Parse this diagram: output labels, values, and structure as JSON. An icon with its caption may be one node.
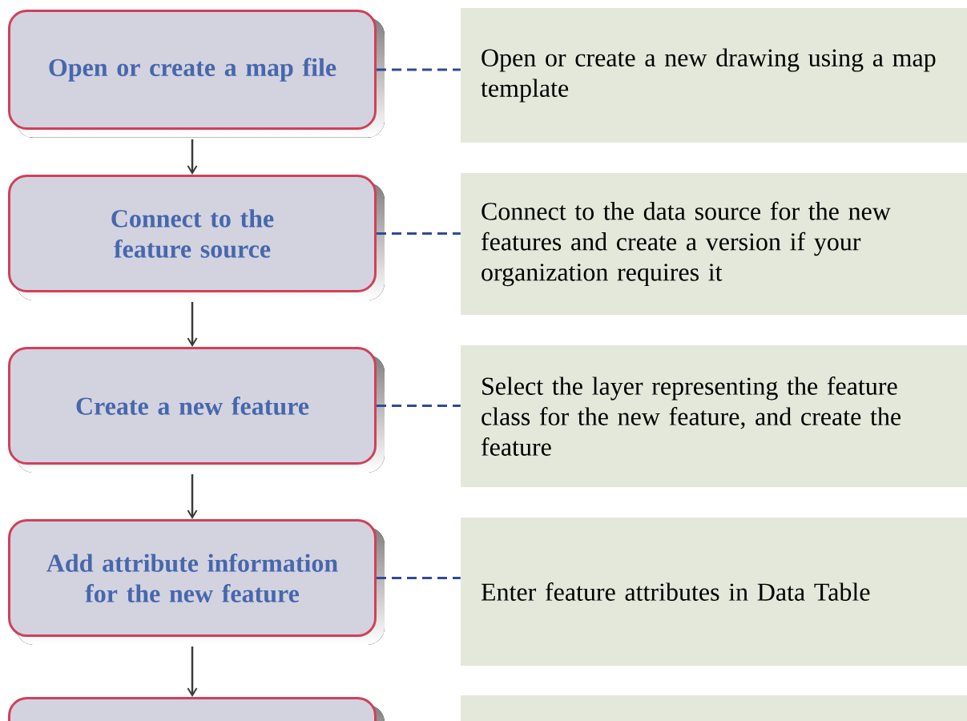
{
  "diagram": {
    "nodes": [
      {
        "text": [
          "Open or create a map file"
        ]
      },
      {
        "text": [
          "Open or create a new drawing using a map template"
        ]
      },
      {
        "text": [
          "Connect to the feature source"
        ]
      },
      {
        "text": [
          "Connect to the data source for the new features and create a version if your organization requires it"
        ]
      },
      {
        "text": [
          "Create a new feature"
        ]
      },
      {
        "text": [
          "Select the layer representing the feature class for the new feature, and create the feature"
        ]
      },
      {
        "text": [
          "Add attribute information for the new feature"
        ]
      },
      {
        "text": [
          "Enter feature attributes in Data Table"
        ]
      },
      {
        "text": [],
        "shape": "box"
      },
      {
        "text": [],
        "shape": "box"
      }
    ],
    "edges": [
      {
        "from": 0,
        "to": 1,
        "arrow": "none",
        "style": "dashed",
        "color": "#2e4a9a"
      },
      {
        "from": 0,
        "to": 2,
        "arrow": "to",
        "color": "#3a3a3a"
      },
      {
        "from": 2,
        "to": 3,
        "arrow": "none",
        "style": "dashed",
        "color": "#2e4a9a"
      },
      {
        "from": 2,
        "to": 4,
        "arrow": "to",
        "color": "#3a3a3a"
      },
      {
        "from": 4,
        "to": 5,
        "arrow": "none",
        "style": "dashed",
        "color": "#2e4a9a"
      },
      {
        "from": 4,
        "to": 6,
        "arrow": "to",
        "color": "#3a3a3a"
      },
      {
        "from": 6,
        "to": 7,
        "arrow": "none",
        "style": "dashed",
        "color": "#2e4a9a"
      },
      {
        "from": 6,
        "to": 8,
        "arrow": "to",
        "color": "#3a3a3a"
      }
    ]
  }
}
